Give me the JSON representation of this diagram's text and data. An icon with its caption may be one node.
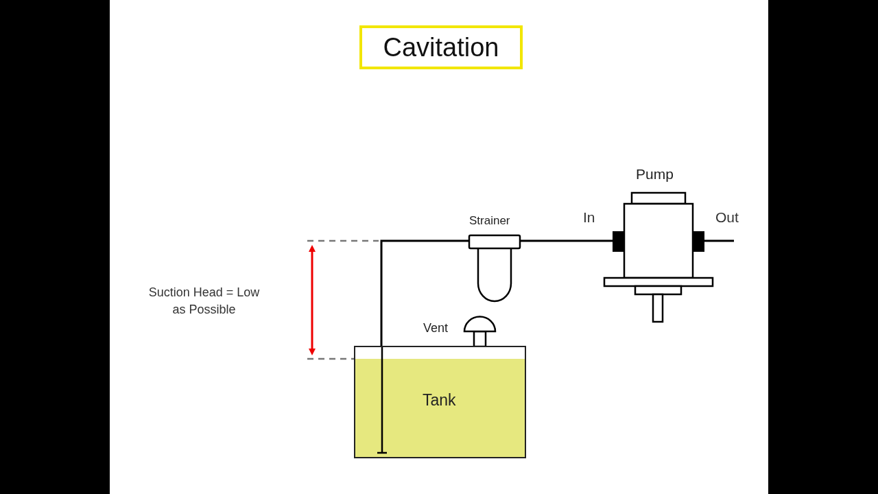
{
  "diagram": {
    "title": "Cavitation",
    "nodes": [
      {
        "text": [
          "Pump"
        ]
      },
      {
        "text": [
          "Strainer"
        ]
      },
      {
        "text": [
          "Vent"
        ]
      },
      {
        "text": [
          "Tank"
        ]
      }
    ],
    "edges": [
      {
        "from": 3,
        "to": 1,
        "arrow": "none"
      },
      {
        "from": 1,
        "to": 0,
        "arrow": "none"
      },
      {
        "from": 0,
        "to": null,
        "arrow": "none"
      }
    ],
    "labels": [
      "In",
      "Out",
      "Suction Head = Low as Possible"
    ]
  }
}
